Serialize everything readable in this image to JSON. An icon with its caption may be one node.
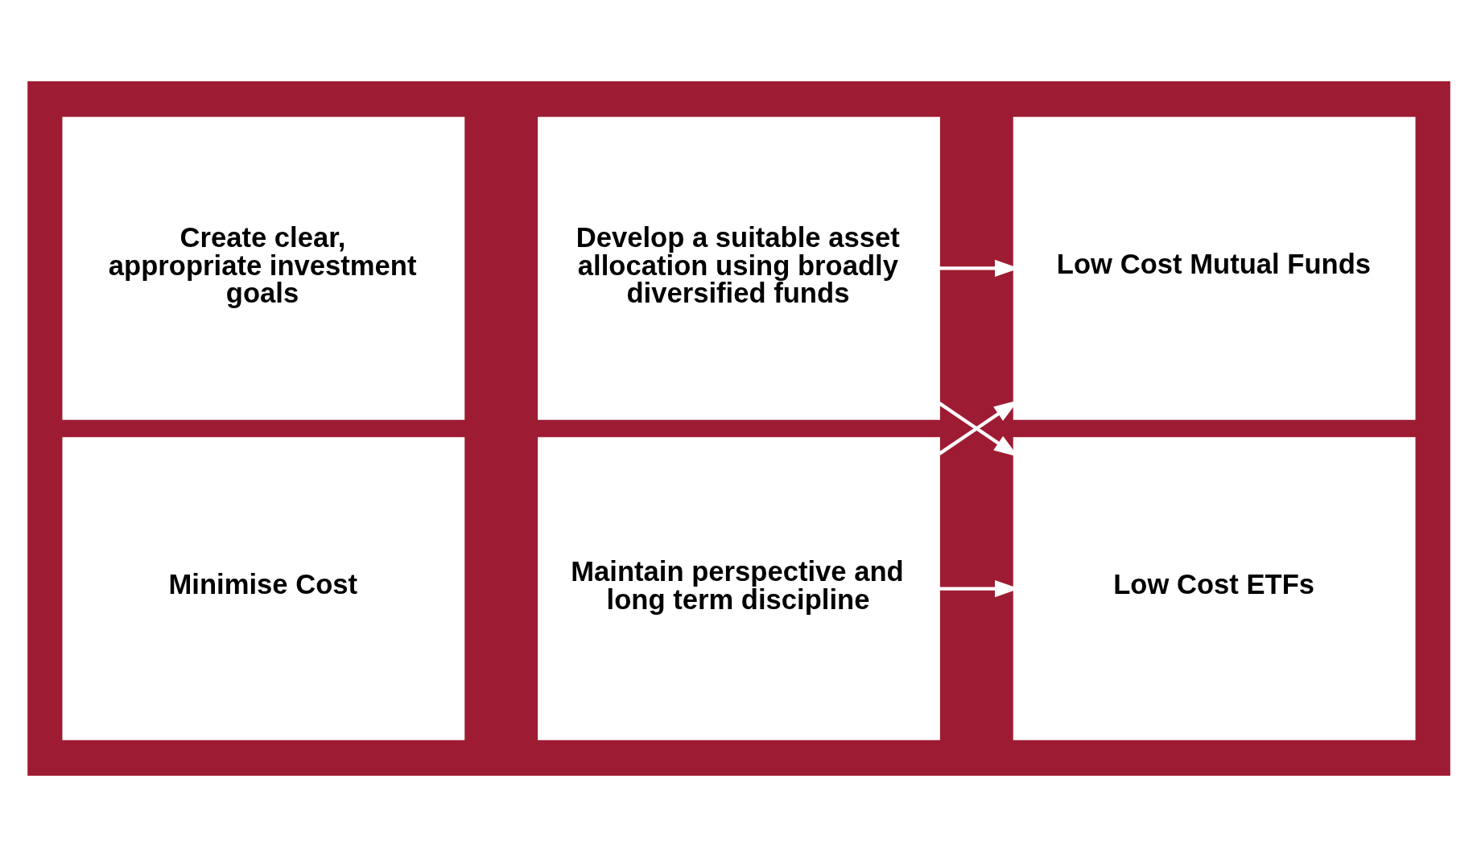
{
  "diagram": {
    "nodes": [
      {
        "text": [],
        "shape": "box"
      },
      {
        "text": [
          "Create clear, appropriate investment goals"
        ],
        "in": 0
      },
      {
        "text": [
          "Develop a suitable asset allocation using broadly diversified funds"
        ],
        "in": 0
      },
      {
        "text": [
          "Minimise Cost"
        ],
        "in": 0
      },
      {
        "text": [
          "Maintain perspective and long term discipline"
        ],
        "in": 0
      },
      {
        "text": [
          "Low Cost Mutual Funds"
        ],
        "in": 0
      },
      {
        "text": [
          "Low Cost ETFs"
        ],
        "in": 0
      }
    ],
    "edges": [
      {
        "from": 2,
        "to": 5,
        "arrow": "to"
      },
      {
        "from": 2,
        "to": 6,
        "arrow": "to"
      },
      {
        "from": 4,
        "to": 5,
        "arrow": "to"
      },
      {
        "from": 4,
        "to": 6,
        "arrow": "to"
      }
    ]
  }
}
